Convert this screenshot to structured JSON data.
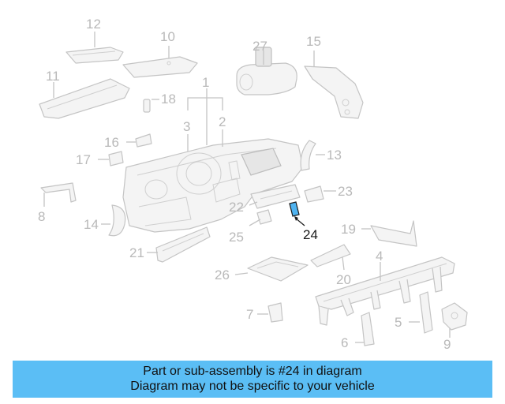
{
  "callouts": {
    "c1": "1",
    "c2": "2",
    "c3": "3",
    "c4": "4",
    "c5": "5",
    "c6": "6",
    "c7": "7",
    "c8": "8",
    "c9": "9",
    "c10": "10",
    "c11": "11",
    "c12": "12",
    "c13": "13",
    "c14": "14",
    "c15": "15",
    "c16": "16",
    "c17": "17",
    "c18": "18",
    "c19": "19",
    "c20": "20",
    "c21": "21",
    "c22": "22",
    "c23": "23",
    "c24": "24",
    "c25": "25",
    "c26": "26",
    "c27": "27"
  },
  "highlighted_part": "24",
  "colors": {
    "highlight": "#4fb3f0",
    "banner": "#5bbef5",
    "muted_line": "#c4c4c4"
  },
  "banner": {
    "line1": "Part or sub-assembly is #24 in diagram",
    "line2": "Diagram may not be specific to your vehicle"
  }
}
